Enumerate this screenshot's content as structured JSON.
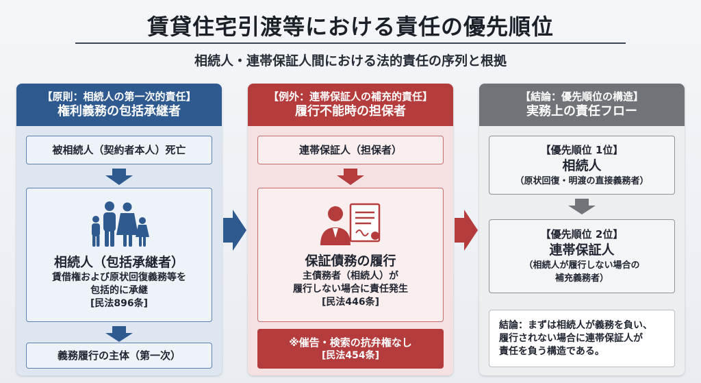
{
  "title": "賃貸住宅引渡等における責任の優先順位",
  "subtitle": "相続人・連帯保証人間における法的責任の序列と根拠",
  "colors": {
    "blue": "#2f5a8f",
    "red": "#b53c3c",
    "gray": "#707478"
  },
  "col1": {
    "head_line1": "【原則：相続人の第一次的責任】",
    "head_line2": "権利義務の包括承継者",
    "top_box": "被相続人（契約者本人）死亡",
    "icon": "family-icon",
    "main_title": "相続人（包括承継者）",
    "main_line1": "賃借権および原状回復義務等を",
    "main_line2": "包括的に承継",
    "main_law": "[民法896条]",
    "bottom_box": "義務履行の主体（第一次）"
  },
  "col2": {
    "head_line1": "【例外：連帯保証人の補充的責任】",
    "head_line2": "履行不能時の担保者",
    "top_box": "連帯保証人（担保者）",
    "icon": "guarantor-contract-icon",
    "main_title": "保証債務の履行",
    "main_line1": "主債務者（相続人）が",
    "main_line2": "履行しない場合に責任発生",
    "main_law": "[民法446条]",
    "bottom_line1": "※催告・検索の抗弁権なし",
    "bottom_law": "[民法454条]"
  },
  "col3": {
    "head_line1": "【結論：優先順位の構造】",
    "head_line2": "実務上の責任フロー",
    "p1_label": "【優先順位 1位】",
    "p1_title": "相続人",
    "p1_note": "（原状回復・明渡の直接義務者）",
    "p2_label": "【優先順位 2位】",
    "p2_title": "連帯保証人",
    "p2_note1": "（相続人が履行しない場合の",
    "p2_note2": "補充義務者）",
    "conclusion_line1": "結論：まずは相続人が義務を負い、",
    "conclusion_line2": "履行されない場合に連帯保証人が",
    "conclusion_line3": "責任を負う構造である。"
  }
}
